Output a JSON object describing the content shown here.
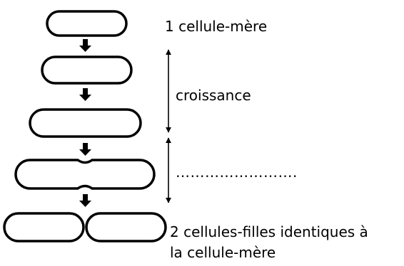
{
  "labels": {
    "mother_cell": "1 cellule-mère",
    "growth": "croissance",
    "blank": "…………………….",
    "daughter_cells_line1": "2 cellules-filles identiques à",
    "daughter_cells_line2": "la cellule-mère"
  },
  "colors": {
    "stroke": "#000000",
    "fill": "#ffffff",
    "text": "#000000"
  }
}
